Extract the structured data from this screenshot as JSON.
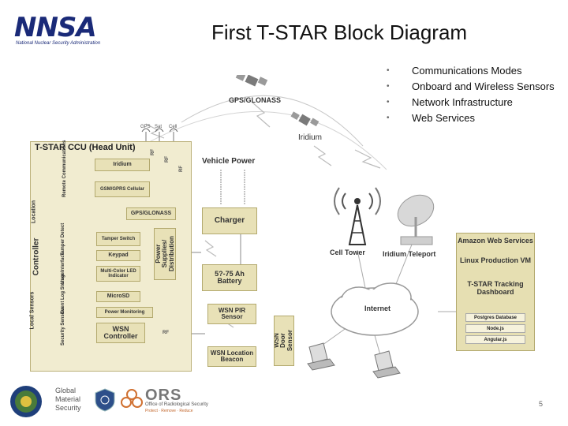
{
  "header": {
    "logo_text": "NNSA",
    "logo_subtitle": "National Nuclear Security Administration",
    "title": "First T-STAR Block Diagram"
  },
  "bullets": [
    "Communications Modes",
    "Onboard and Wireless Sensors",
    "Network Infrastructure",
    "Web Services"
  ],
  "diagram": {
    "gps_label": "GPS/GLONASS",
    "iridium_label": "Iridium",
    "ccu_title": "T-STAR CCU (Head Unit)",
    "antenna_labels": [
      "GPS",
      "Sat",
      "Cell"
    ],
    "rf_labels": [
      "RF",
      "RF",
      "RF",
      "RF"
    ],
    "side_labels": {
      "location": "Location",
      "controller": "Controller",
      "local_sensors": "Local Sensors",
      "remote_comm": "Remote Communications",
      "tamper_detect": "Tamper Detect",
      "user_interface": "User Interface",
      "event_log": "Event Log Storage",
      "security_sensors": "Security Sensors"
    },
    "ccu_blocks": {
      "iridium": "Iridium",
      "gsm": "GSM/GPRS Cellular",
      "gps": "GPS/GLONASS",
      "tamper": "Tamper Switch",
      "keypad": "Keypad",
      "led": "Multi-Color LED Indicator",
      "microsd": "MicroSD",
      "power_monitoring": "Power Monitoring",
      "wsn_controller": "WSN Controller",
      "power_supplies": "Power Supplies/ Distribution"
    },
    "vehicle_power": "Vehicle Power",
    "charger": "Charger",
    "battery": "5?-75 Ah Battery",
    "wsn_pir": "WSN PIR Sensor",
    "wsn_door": "WSN Door Sensor",
    "wsn_location": "WSN Location Beacon",
    "cell_tower": "Cell Tower",
    "iridium_teleport": "Iridium Teleport",
    "internet": "Internet",
    "aws": {
      "title": "Amazon Web Services",
      "vm": "Linux Production VM",
      "dashboard": "T-STAR Tracking Dashboard",
      "components": [
        "Postgres Database",
        "Node.js",
        "Angular.js"
      ]
    }
  },
  "footer": {
    "gms": [
      "Global",
      "Material",
      "Security"
    ],
    "ors": "ORS",
    "ors_subtitle": "Office of Radiological Security",
    "ors_tagline": "Protect · Remove · Reduce",
    "page_number": "5"
  },
  "colors": {
    "block_fill": "#e8e1b7",
    "ccu_fill": "#f1ecd0",
    "nnsa_blue": "#1a2a78"
  }
}
